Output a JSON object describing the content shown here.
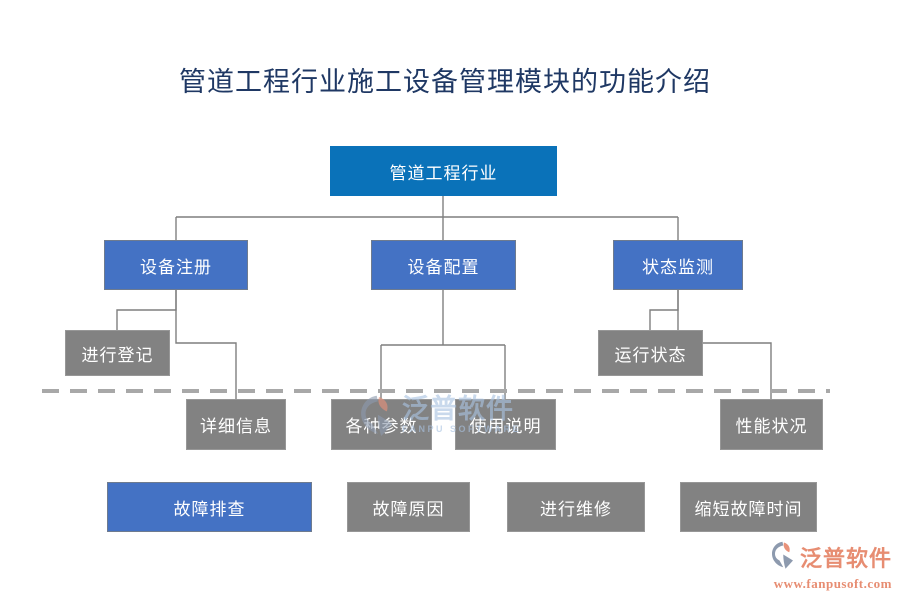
{
  "title": {
    "text": "管道工程行业施工设备管理模块的功能介绍"
  },
  "colors": {
    "title_text": "#1f3864",
    "root_box": "#0a72b9",
    "branch_box": "#4472c4",
    "leaf_box": "#828282",
    "box_text": "#ffffff",
    "connector_line": "#7f7f7f",
    "dashed_divider": "#a8a8a8",
    "watermark_blue": "#a9c3e2",
    "brand_salmon": "#e78d72",
    "brand_grayblue": "#8d9aae"
  },
  "diagram": {
    "root": {
      "label": "管道工程行业"
    },
    "branches": [
      {
        "label": "设备注册",
        "children": [
          "进行登记",
          "详细信息"
        ]
      },
      {
        "label": "设备配置",
        "children": [
          "各种参数",
          "使用说明"
        ]
      },
      {
        "label": "状态监测",
        "children": [
          "运行状态",
          "性能状况"
        ]
      }
    ],
    "bottom_row": [
      {
        "label": "故障排查",
        "style": "blue"
      },
      {
        "label": "故障原因",
        "style": "gray"
      },
      {
        "label": "进行维修",
        "style": "gray"
      },
      {
        "label": "缩短故障时间",
        "style": "gray"
      }
    ]
  },
  "watermark": {
    "brand": "泛普软件",
    "caption": "FANPU SOFTWARE",
    "icon": "fanpu-logo-icon"
  },
  "footer": {
    "brand": "泛普软件",
    "url": "www.fanpusoft.com",
    "icon": "fanpu-logo-icon"
  }
}
